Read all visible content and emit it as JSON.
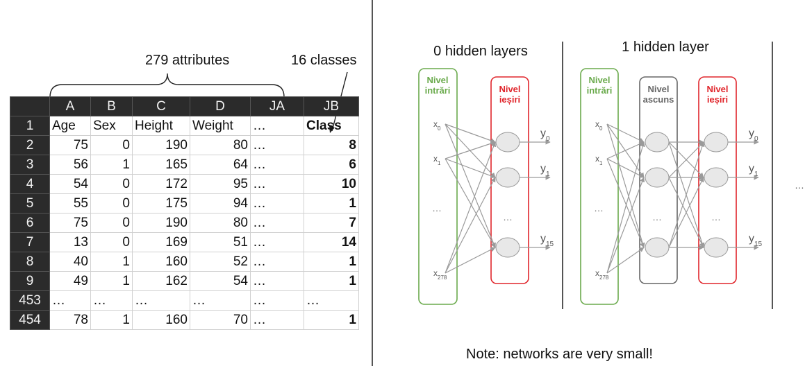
{
  "left": {
    "attributes_label": "279 attributes",
    "classes_label": "16 classes",
    "columns": [
      "A",
      "B",
      "C",
      "D",
      "JA",
      "JB"
    ],
    "rows": [
      {
        "n": "1",
        "cells": [
          "Age",
          "Sex",
          "Height",
          "Weight",
          "…",
          "Class"
        ]
      },
      {
        "n": "2",
        "cells": [
          "75",
          "0",
          "190",
          "80",
          "…",
          "8"
        ]
      },
      {
        "n": "3",
        "cells": [
          "56",
          "1",
          "165",
          "64",
          "…",
          "6"
        ]
      },
      {
        "n": "4",
        "cells": [
          "54",
          "0",
          "172",
          "95",
          "…",
          "10"
        ]
      },
      {
        "n": "5",
        "cells": [
          "55",
          "0",
          "175",
          "94",
          "…",
          "1"
        ]
      },
      {
        "n": "6",
        "cells": [
          "75",
          "0",
          "190",
          "80",
          "…",
          "7"
        ]
      },
      {
        "n": "7",
        "cells": [
          "13",
          "0",
          "169",
          "51",
          "…",
          "14"
        ]
      },
      {
        "n": "8",
        "cells": [
          "40",
          "1",
          "160",
          "52",
          "…",
          "1"
        ]
      },
      {
        "n": "9",
        "cells": [
          "49",
          "1",
          "162",
          "54",
          "…",
          "1"
        ]
      },
      {
        "n": "453",
        "cells": [
          "…",
          "…",
          "…",
          "…",
          "…",
          "…"
        ]
      },
      {
        "n": "454",
        "cells": [
          "78",
          "1",
          "160",
          "70",
          "…",
          "1"
        ]
      }
    ]
  },
  "right": {
    "net0": {
      "title": "0 hidden layers",
      "input_label": "Nivel intrări",
      "output_label": "Nivel ieșiri"
    },
    "net1": {
      "title": "1 hidden layer",
      "input_label": "Nivel intrări",
      "hidden_label": "Nivel ascuns",
      "output_label": "Nivel ieșiri"
    },
    "inputs": [
      {
        "base": "x",
        "sub": "0"
      },
      {
        "base": "x",
        "sub": "1"
      },
      {
        "base": "…",
        "sub": ""
      },
      {
        "base": "x",
        "sub": "278"
      }
    ],
    "outputs": [
      {
        "base": "y",
        "sub": "0"
      },
      {
        "base": "y",
        "sub": "1"
      },
      {
        "base": "y",
        "sub": "15"
      }
    ],
    "ellipsis": "…",
    "note": "Note: networks are very small!",
    "colors": {
      "input": "#6aaa4c",
      "output": "#e0252b",
      "hidden": "#666666",
      "arrow": "#9a9a9a",
      "node_fill": "#e8e8e8"
    }
  }
}
